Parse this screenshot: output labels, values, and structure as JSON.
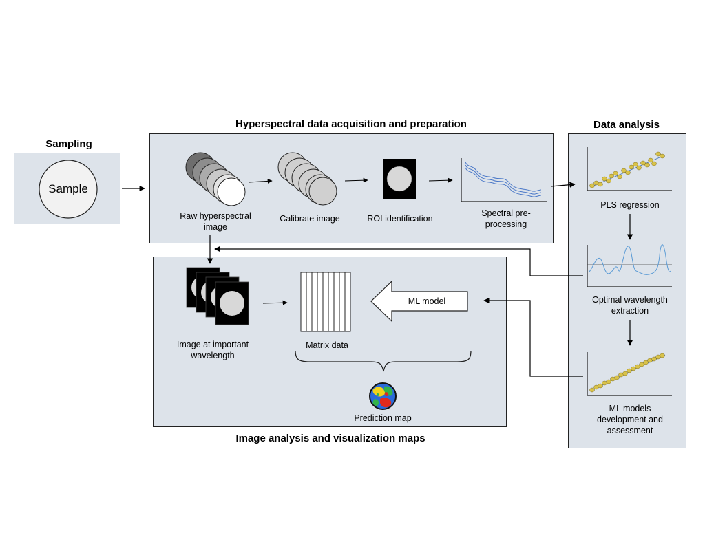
{
  "titles": {
    "sampling": "Sampling",
    "acquisition": "Hyperspectral data acquisition and preparation",
    "analysis": "Data analysis",
    "visualization": "Image analysis and visualization maps"
  },
  "sampling": {
    "sample": "Sample"
  },
  "acquisition": {
    "raw": "Raw hyperspectral image",
    "calibrate": "Calibrate image",
    "roi": "ROI identification",
    "spectral": "Spectral pre-processing"
  },
  "analysis": {
    "pls": "PLS regression",
    "optimal": "Optimal wavelength extraction",
    "ml": "ML models development and assessment"
  },
  "visualization": {
    "image_wl": "Image at important wavelength",
    "matrix": "Matrix data",
    "ml_model": "ML model",
    "prediction": "Prediction map"
  },
  "colors": {
    "panel": "#dde3ea",
    "spectrum": "#4a78c8",
    "scatter_point": "#d8c24a",
    "scatter_line": "#3a6fb0"
  }
}
